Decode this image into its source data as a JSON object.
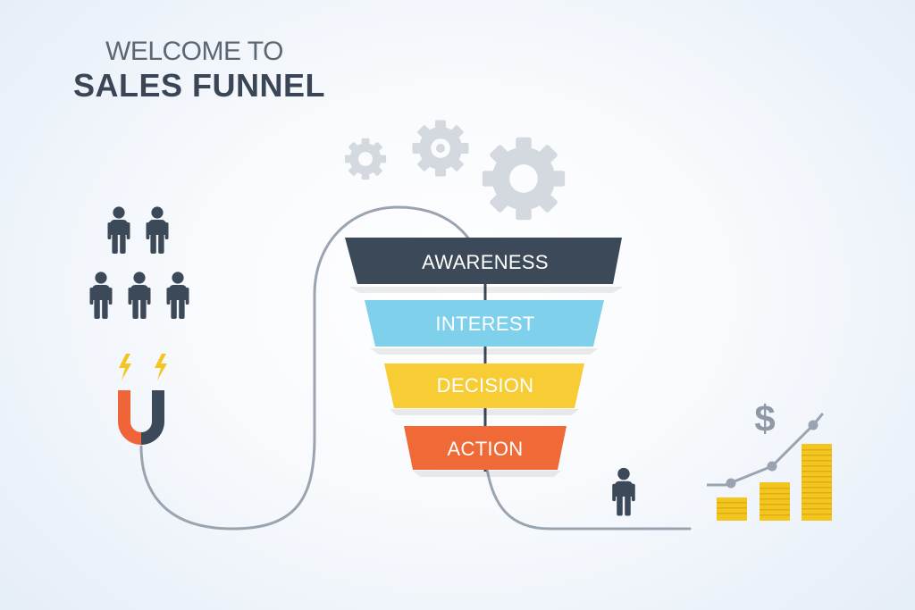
{
  "title": {
    "line1": "WELCOME TO",
    "line2": "SALES FUNNEL"
  },
  "funnel": {
    "stages": [
      {
        "label": "AWARENESS",
        "color": "#3c4958",
        "text_color": "#ffffff"
      },
      {
        "label": "INTEREST",
        "color": "#7fd0ea",
        "text_color": "#ffffff"
      },
      {
        "label": "DECISION",
        "color": "#f7cc35",
        "text_color": "#ffffff"
      },
      {
        "label": "ACTION",
        "color": "#f06a38",
        "text_color": "#ffffff"
      }
    ]
  },
  "revenue": {
    "currency_symbol": "$",
    "coin_color": "#f3c521"
  },
  "icons": {
    "people_group": "person-icon",
    "magnet": "magnet-icon",
    "gears": "gear-icon",
    "customer": "person-icon",
    "chart": "bar-chart-icon"
  },
  "colors": {
    "person": "#3c4958",
    "magnet_red": "#ef6438",
    "lightning": "#f5c322",
    "gear": "#d4d9e0",
    "path_line": "#9aa4b1"
  }
}
